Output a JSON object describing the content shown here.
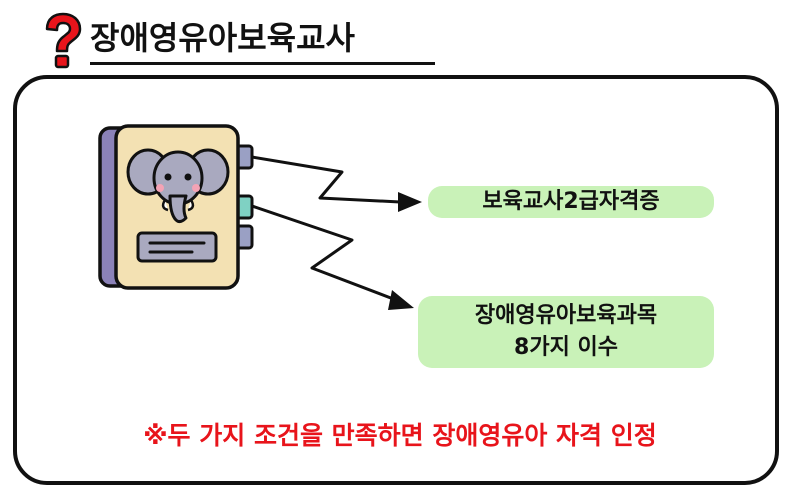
{
  "header": {
    "title": "장애영유아보육교사"
  },
  "diagram": {
    "requirement_1": "보육교사2급자격증",
    "requirement_2_line1": "장애영유아보육과목",
    "requirement_2_line2": "8가지 이수"
  },
  "note": "※두 가지 조건을 만족하면 장애영유아 자격 인정",
  "colors": {
    "accent_red": "#e8141b",
    "pill_green": "#c9f2b8",
    "book_cover": "#f3e1b3",
    "book_spine": "#8b82b8",
    "elephant": "#a9a9bf"
  }
}
